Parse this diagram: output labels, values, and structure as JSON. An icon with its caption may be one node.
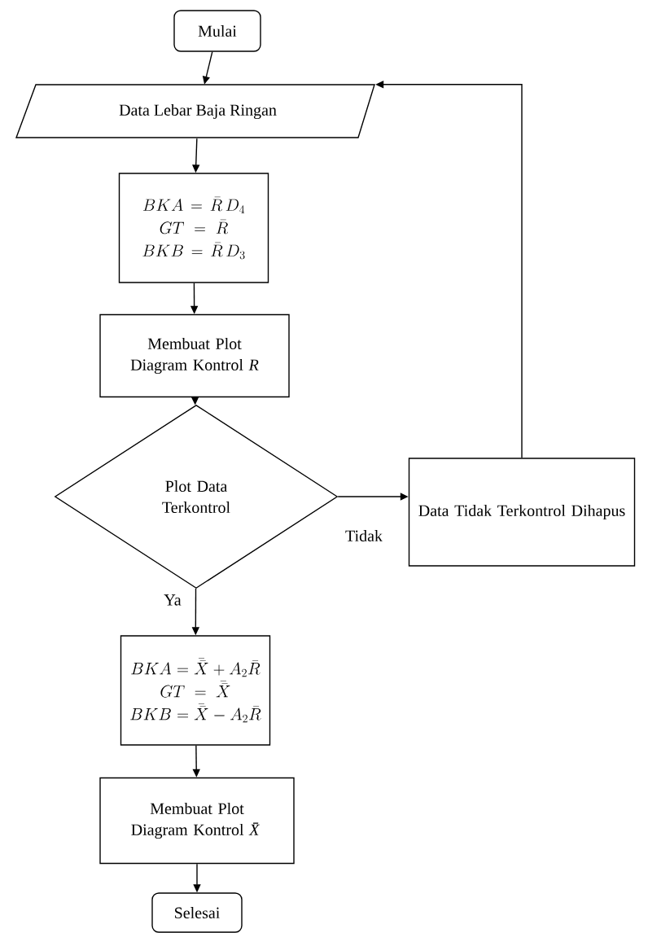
{
  "diagram": {
    "nodes": [
      {
        "text": [
          "Mulai"
        ]
      },
      {
        "text": [
          "Data Lebar Baja Ringan"
        ]
      },
      {
        "text": [
          "BKA = \\bar{R}\\,D_4",
          "GT = \\bar{R}",
          "BKB = \\bar{R}\\,D_3"
        ]
      },
      {
        "text": [
          "Membuat Plot Diagram Kontrol *R*"
        ]
      },
      {
        "text": [
          "Plot Data Terkontrol"
        ]
      },
      {
        "text": [
          "Data Tidak Terkontrol Dihapus"
        ]
      },
      {
        "text": [
          "BKA = \\bar{\\bar{X}} + A_2\\bar{R}",
          "GT = \\bar{\\bar{X}}",
          "BKB = \\bar{\\bar{X}} - A_2\\bar{R}"
        ]
      },
      {
        "text": [
          "Membuat Plot Diagram Kontrol *X̄*"
        ]
      },
      {
        "text": [
          "Selesai"
        ]
      }
    ],
    "edges": [
      {
        "from": 0,
        "to": 1,
        "arrow": "to"
      },
      {
        "from": 1,
        "to": 2,
        "arrow": "to"
      },
      {
        "from": 2,
        "to": 3,
        "arrow": "to"
      },
      {
        "from": 3,
        "to": 4,
        "arrow": "to"
      },
      {
        "from": 4,
        "to": 5,
        "arrow": "to",
        "label": "Tidak"
      },
      {
        "from": 5,
        "to": 1,
        "arrow": "to"
      },
      {
        "from": 4,
        "to": 6,
        "arrow": "to",
        "label": "Ya"
      },
      {
        "from": 6,
        "to": 7,
        "arrow": "to"
      },
      {
        "from": 7,
        "to": 8,
        "arrow": "to"
      }
    ]
  }
}
